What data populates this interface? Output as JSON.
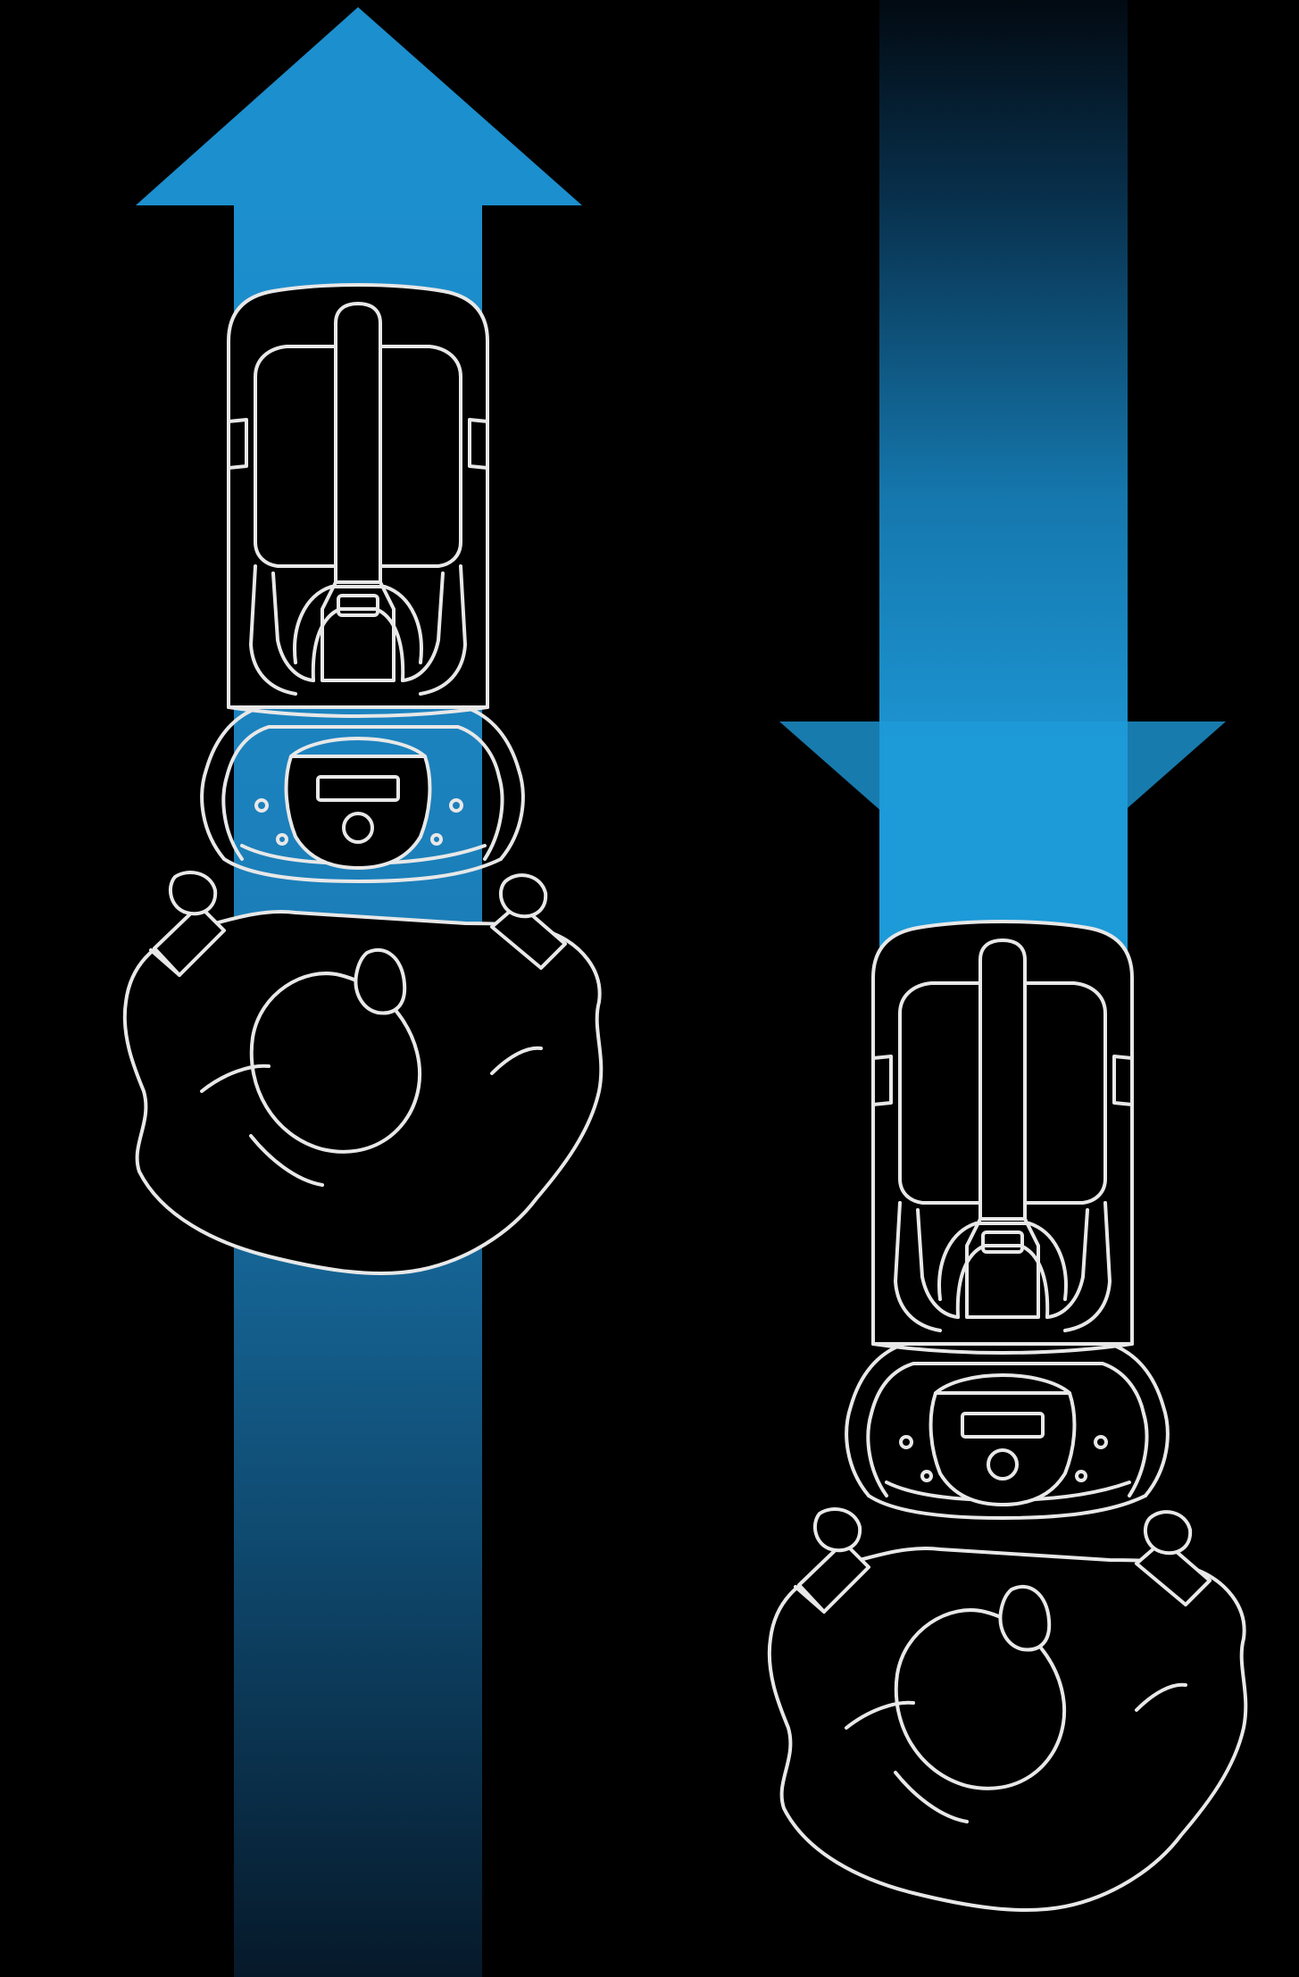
{
  "colors": {
    "background": "#000000",
    "arrow_blue": "#1a8fd0",
    "arrow_blue_light": "#2aa6e6",
    "arrow_blue_dark": "#0b3a5a",
    "line_art": "#e8e8e8"
  },
  "figures": [
    {
      "name": "operator-pushing-forward",
      "direction": "forward"
    },
    {
      "name": "operator-pulling-backward",
      "direction": "backward"
    }
  ]
}
